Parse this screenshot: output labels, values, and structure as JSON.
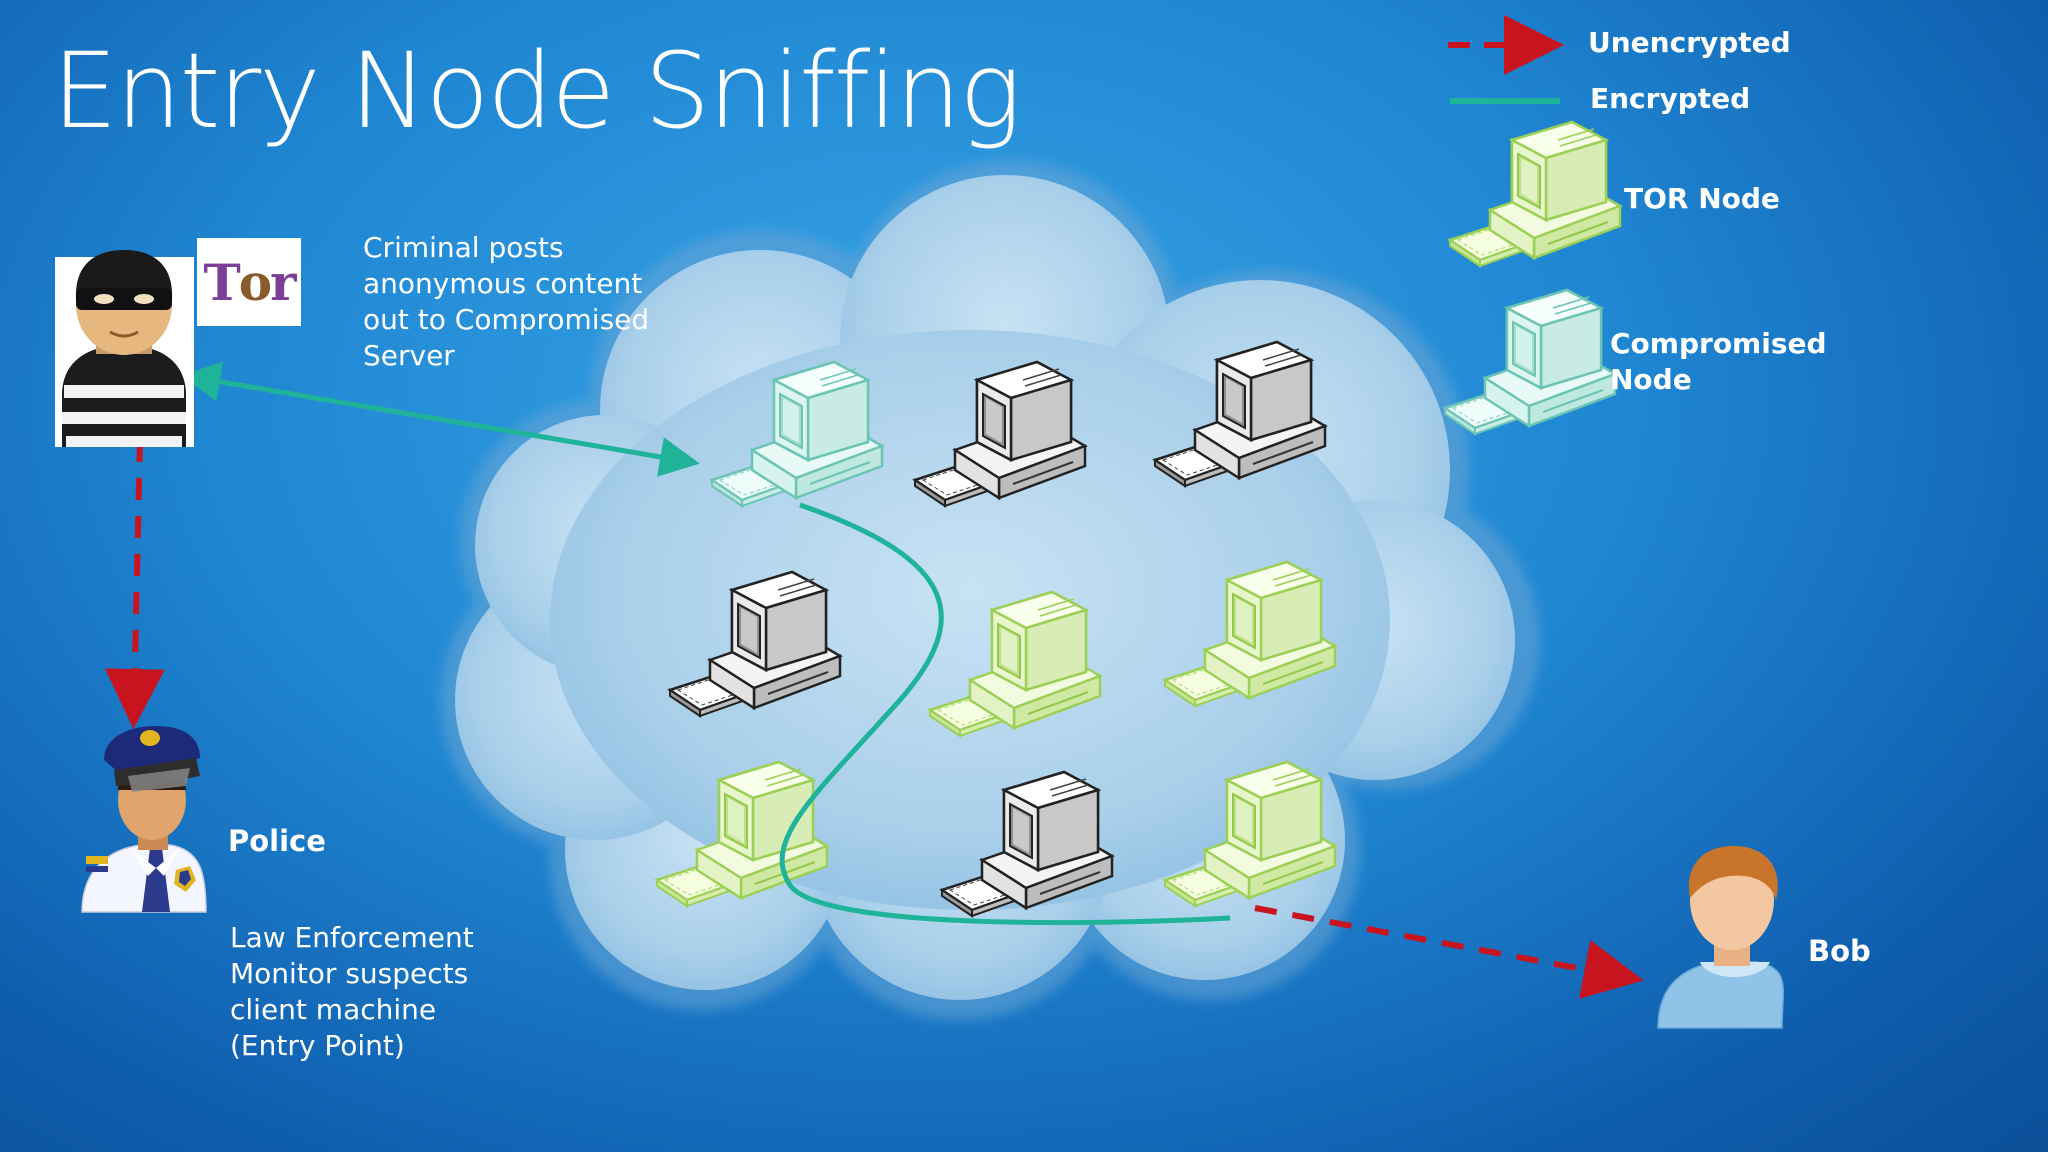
{
  "title": "Entry Node Sniffing",
  "legend": {
    "unencrypted": "Unencrypted",
    "encrypted": "Encrypted",
    "tor_node": "TOR Node",
    "compromised_node": [
      "Compromised",
      "Node"
    ]
  },
  "criminal": {
    "tor_logo": {
      "pre": "T",
      "onion": "o",
      "post": "r"
    },
    "caption": [
      "Criminal posts",
      "anonymous content",
      "out to Compromised",
      "Server"
    ]
  },
  "police": {
    "label": "Police",
    "caption": [
      "Law Enforcement",
      "Monitor suspects",
      "client machine",
      "(Entry Point)"
    ]
  },
  "bob": {
    "label": "Bob"
  },
  "colors": {
    "unencrypted": "#c8141e",
    "encrypted": "#1fb39a",
    "compromised_tint": "#dff5a8",
    "tor_tint": "#ececec",
    "cloud": "#b9d8ee"
  }
}
